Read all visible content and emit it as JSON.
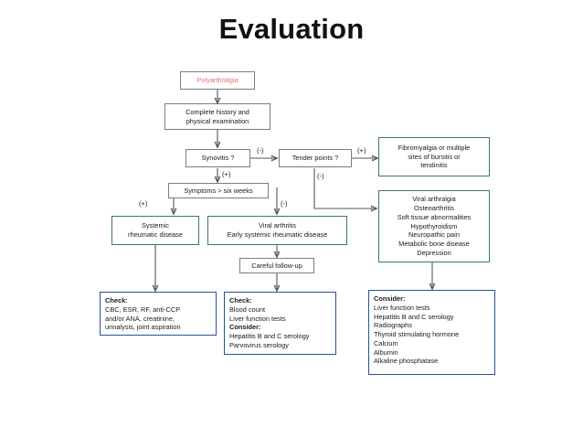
{
  "title": "Evaluation",
  "diagram": {
    "type": "flowchart",
    "nodes": {
      "polyarthralgia": {
        "label": "Polyarthralgia"
      },
      "history": {
        "line1": "Complete history and",
        "line2": "physical examination"
      },
      "synovitis": {
        "label": "Synovitis ?"
      },
      "tender_points": {
        "label": "Tender points ?"
      },
      "symptoms": {
        "label": "Symptoms > six weeks"
      },
      "fibromyalgia": {
        "line1": "Fibromyalgia or multiple",
        "line2": "sites of bursitis or",
        "line3": "tendinitis"
      },
      "differential": {
        "line1": "Viral arthralgia",
        "line2": "Osteoarthritis",
        "line3": "Soft tissue abnormalities",
        "line4": "Hypothyroidism",
        "line5": "Neuropathic pain",
        "line6": "Metabolic bone disease",
        "line7": "Depression"
      },
      "systemic": {
        "line1": "Systemic",
        "line2": "rheumatic disease"
      },
      "viral_arthritis": {
        "line1": "Viral arthritis",
        "line2": "Early systemic rheumatic disease"
      },
      "careful_followup": {
        "label": "Careful follow-up"
      },
      "check_left": {
        "heading": "Check:",
        "line1": "CBC, ESR, RF, anti-CCP",
        "line2": "and/or ANA, creatinine,",
        "line3": "urinalysis, joint aspiration"
      },
      "check_middle": {
        "heading1": "Check:",
        "line1": "Blood count",
        "line2": "Liver function tests",
        "heading2": "Consider:",
        "line3": "Hepatitis B and C serology",
        "line4": "Parvovirus serology"
      },
      "consider_right": {
        "heading": "Consider:",
        "line1": "Liver function tests",
        "line2": "Hepatitis B and C serology",
        "line3": "Radiographs",
        "line4": "Thyroid stimulating hormone",
        "line5": "Calcium",
        "line6": "Albumin",
        "line7": "Alkaline phosphatase"
      }
    },
    "edge_labels": {
      "synovitis_negative": "(-)",
      "synovitis_positive": "(+)",
      "tender_positive": "(+)",
      "tender_negative": "(-)",
      "symptoms_positive": "(+)",
      "symptoms_negative": "(-)"
    },
    "colors": {
      "gray_border": "#7d7d7d",
      "green_border": "#3a7d5c",
      "blue_border": "#2b4f9e",
      "red_text": "#e8706e",
      "arrow": "#555555"
    }
  }
}
